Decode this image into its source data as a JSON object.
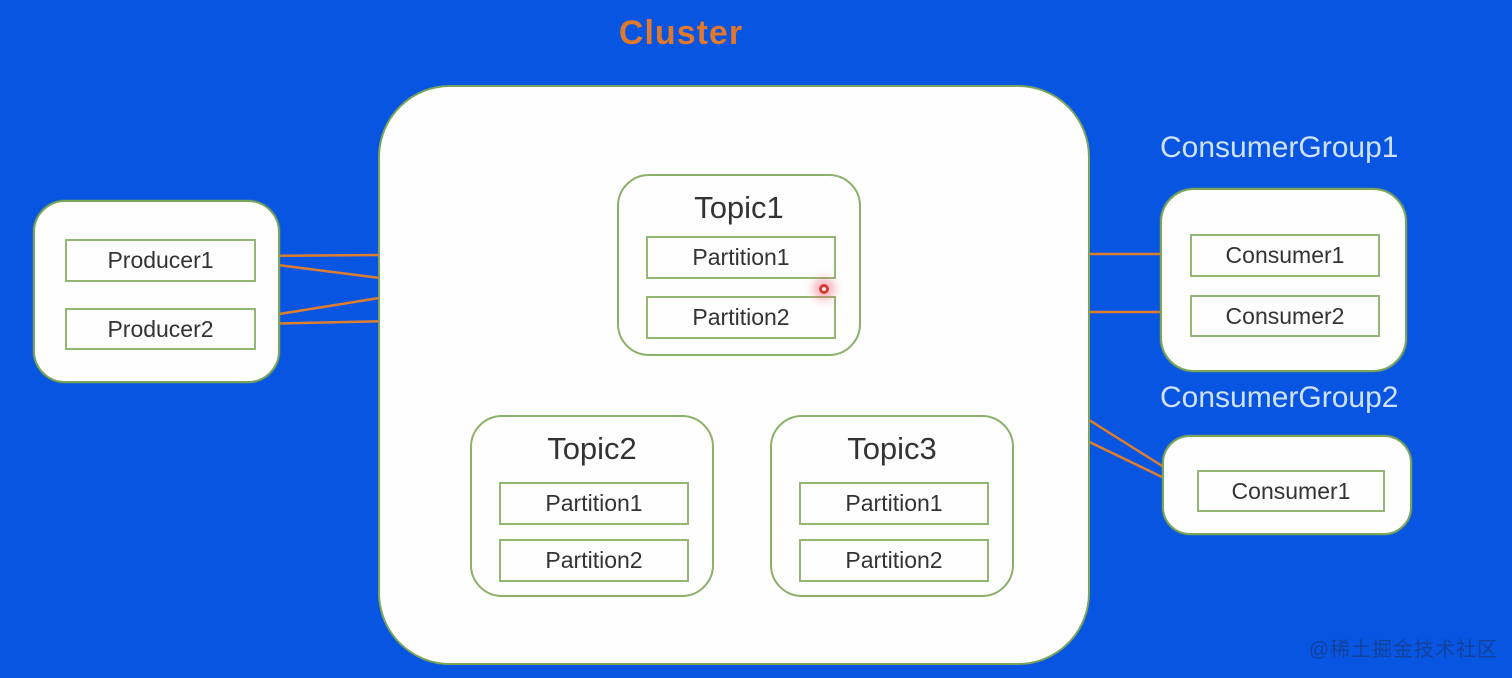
{
  "colors": {
    "page-bg": "#0855e1",
    "panel-bg": "#fefefe",
    "outer-border": "#7aa55a",
    "topic-border": "#8ab069",
    "inner-border": "#93b873",
    "arrow": "#dd7e2e",
    "cluster-title": "#e0782e",
    "group-title": "#cfe2fa",
    "box-text": "#333333",
    "laser-red": "#d43c35",
    "watermark": "rgba(28,45,85,0.5)"
  },
  "cluster": {
    "title": "Cluster",
    "topics": [
      {
        "name": "Topic1",
        "partitions": [
          "Partition1",
          "Partition2"
        ]
      },
      {
        "name": "Topic2",
        "partitions": [
          "Partition1",
          "Partition2"
        ]
      },
      {
        "name": "Topic3",
        "partitions": [
          "Partition1",
          "Partition2"
        ]
      }
    ]
  },
  "producers": [
    "Producer1",
    "Producer2"
  ],
  "consumer_groups": [
    {
      "name": "ConsumerGroup1",
      "consumers": [
        "Consumer1",
        "Consumer2"
      ]
    },
    {
      "name": "ConsumerGroup2",
      "consumers": [
        "Consumer1"
      ]
    }
  ],
  "connections": [
    {
      "from": "Producer1",
      "to": "Topic1.Partition1"
    },
    {
      "from": "Producer1",
      "to": "Topic1.Partition2"
    },
    {
      "from": "Producer2",
      "to": "Topic1.Partition1"
    },
    {
      "from": "Producer2",
      "to": "Topic1.Partition2"
    },
    {
      "from": "Topic1.Partition1",
      "to": "ConsumerGroup1.Consumer1"
    },
    {
      "from": "Topic1.Partition2",
      "to": "ConsumerGroup1.Consumer2"
    },
    {
      "from": "Topic1.Partition1",
      "to": "ConsumerGroup2.Consumer1"
    },
    {
      "from": "Topic1.Partition2",
      "to": "ConsumerGroup2.Consumer1"
    }
  ],
  "watermark": "@稀土掘金技术社区"
}
